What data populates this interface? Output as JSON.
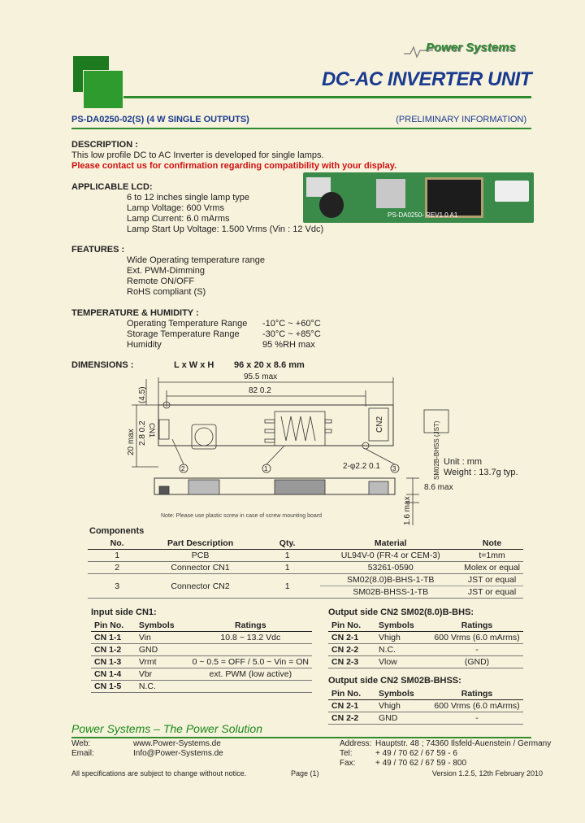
{
  "brand": {
    "logo_text": "Power Systems"
  },
  "title": "DC-AC INVERTER UNIT",
  "product": {
    "code": "PS-DA0250-02(S) (4 W SINGLE OUTPUTS)",
    "status": "(PRELIMINARY INFORMATION)"
  },
  "description": {
    "heading": "DESCRIPTION :",
    "text": "This low profile DC to AC Inverter is developed for single lamps.",
    "note": "Please contact us for confirmation regarding compatibility with your display."
  },
  "lcd": {
    "heading": "APPLICABLE LCD:",
    "lines": [
      "6 to 12 inches single lamp type",
      "Lamp Voltage: 600 Vrms",
      "Lamp Current: 6.0 mArms",
      "Lamp Start Up Voltage: 1.500 Vrms (Vin : 12 Vdc)"
    ]
  },
  "features": {
    "heading": "FEATURES :",
    "lines": [
      "Wide Operating temperature range",
      "Ext. PWM-Dimming",
      "Remote ON/OFF",
      "RoHS compliant (S)"
    ]
  },
  "temperature": {
    "heading": "TEMPERATURE & HUMIDITY :",
    "rows": [
      {
        "label": "Operating Temperature Range",
        "value": "-10°C ~ +60°C"
      },
      {
        "label": "Storage Temperature Range",
        "value": "-30°C ~ +85°C"
      },
      {
        "label": "Humidity",
        "value": "95 %RH max"
      }
    ]
  },
  "dimensions": {
    "heading": "DIMENSIONS :",
    "lwh_label": "L x W x H",
    "lwh_value": "96 x 20 x 8.6 mm",
    "drawing": {
      "len_max": "95.5 max",
      "len_pitch": "82  0.2",
      "width_max": "20 max",
      "w_pitch": "2.8 0.2",
      "top_off": "(4.5)",
      "hole": "2-φ2.2 0.1",
      "height_max": "8.6 max",
      "bottom": "1.6 max",
      "cn1": "CN1",
      "cn2": "CN2",
      "side_conn": "SM02B-BHSS (JST)",
      "c1": "1",
      "c2": "2",
      "c3": "3",
      "unit": "Unit : mm",
      "weight": "Weight : 13.7g typ.",
      "note": "Note: Please use plastic screw in case of screw mounting board",
      "pcb_text": "PS-DA0250-   REV1.0 A1"
    }
  },
  "components": {
    "heading": "Components",
    "columns": [
      "No.",
      "Part Description",
      "Qty.",
      "Material",
      "Note"
    ],
    "rows": [
      {
        "no": "1",
        "part": "PCB",
        "qty": "1",
        "material": "UL94V-0 (FR-4 or CEM-3)",
        "note": "t=1mm"
      },
      {
        "no": "2",
        "part": "Connector CN1",
        "qty": "1",
        "material": "53261-0590",
        "note": "Molex or equal"
      },
      {
        "no": "3",
        "part": "Connector CN2",
        "qty": "1",
        "material": "SM02(8.0)B-BHS-1-TB",
        "note": "JST or equal",
        "material2": "SM02B-BHSS-1-TB",
        "note2": "JST or equal"
      }
    ]
  },
  "input_cn1": {
    "heading": "Input side CN1:",
    "columns": [
      "Pin No.",
      "Symbols",
      "Ratings"
    ],
    "rows": [
      [
        "CN 1-1",
        "Vin",
        "10.8 ~ 13.2 Vdc"
      ],
      [
        "CN 1-2",
        "GND",
        ""
      ],
      [
        "CN 1-3",
        "Vrmt",
        "0 ~ 0.5 = OFF / 5.0 ~ Vin = ON"
      ],
      [
        "CN 1-4",
        "Vbr",
        "ext. PWM (low active)"
      ],
      [
        "CN 1-5",
        "N.C.",
        ""
      ]
    ]
  },
  "output_cn2a": {
    "heading": "Output side CN2 SM02(8.0)B-BHS:",
    "columns": [
      "Pin No.",
      "Symbols",
      "Ratings"
    ],
    "rows": [
      [
        "CN 2-1",
        "Vhigh",
        "600 Vrms (6.0 mArms)"
      ],
      [
        "CN 2-2",
        "N.C.",
        "-"
      ],
      [
        "CN 2-3",
        "Vlow",
        "(GND)"
      ]
    ]
  },
  "output_cn2b": {
    "heading": "Output side CN2 SM02B-BHSS:",
    "columns": [
      "Pin No.",
      "Symbols",
      "Ratings"
    ],
    "rows": [
      [
        "CN 2-1",
        "Vhigh",
        "600 Vrms (6.0 mArms)"
      ],
      [
        "CN 2-2",
        "GND",
        "-"
      ]
    ]
  },
  "footer": {
    "slogan": "Power Systems – The Power Solution",
    "web_label": "Web:",
    "web": "www.Power-Systems.de",
    "email_label": "Email:",
    "email": "Info@Power-Systems.de",
    "address_label": "Address:",
    "address": "Hauptstr. 48 ; 74360 Ilsfeld-Auenstein / Germany",
    "tel_label": "Tel:",
    "tel": "+ 49 / 70 62 / 67 59 - 6",
    "fax_label": "Fax:",
    "fax": "+ 49 / 70 62 / 67 59 - 800",
    "disclaimer": "All specifications are subject to change without notice.",
    "page": "Page (1)",
    "version": "Version 1.2.5, 12th February 2010"
  }
}
